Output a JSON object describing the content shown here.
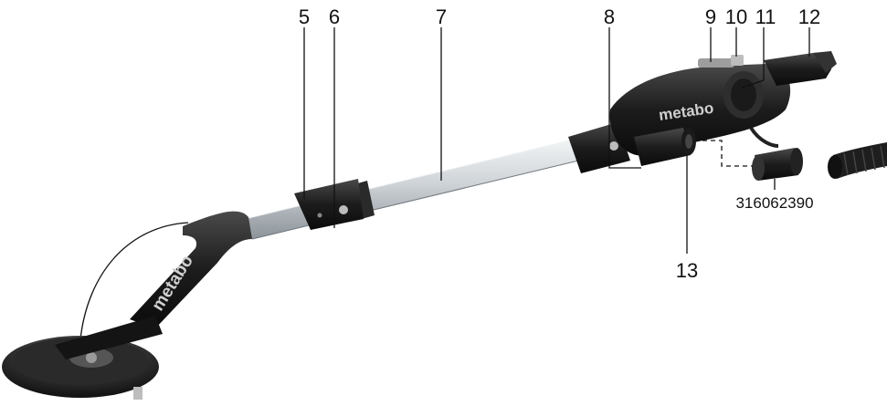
{
  "callouts": {
    "c5": "5",
    "c6": "6",
    "c7": "7",
    "c8": "8",
    "c9": "9",
    "c10": "10",
    "c11": "11",
    "c12": "12",
    "c13": "13"
  },
  "accessory": {
    "part_number": "316062390"
  },
  "branding": {
    "motor_logo": "metabo",
    "arm_logo": "metabo"
  },
  "colors": {
    "tool_body": "#1c1c1c",
    "tube": "#d8dcdf",
    "text": "#111111"
  }
}
